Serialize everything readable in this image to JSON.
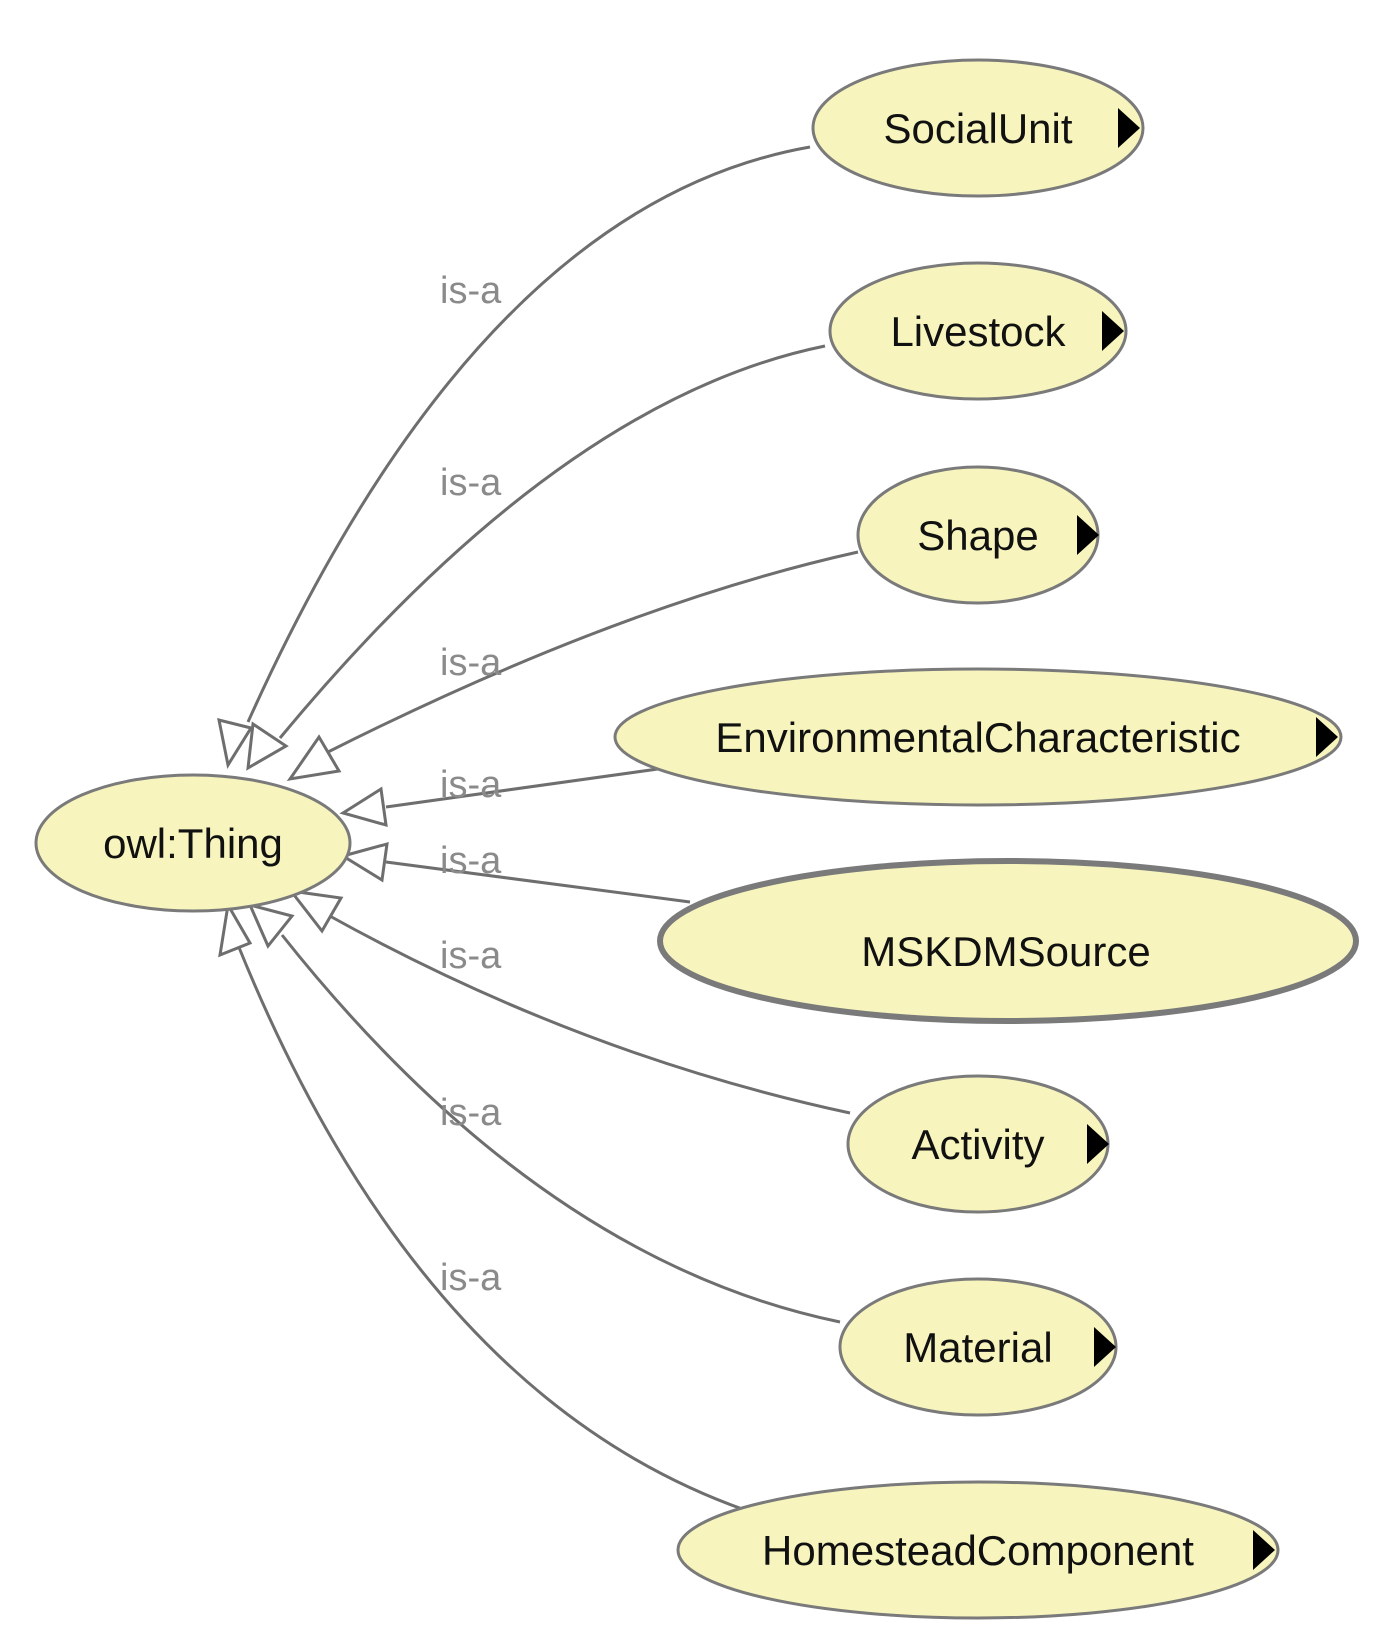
{
  "root": {
    "label": "owl:Thing"
  },
  "children": [
    {
      "label": "SocialUnit",
      "has_subclasses": true,
      "selected": false,
      "edge_label": "is-a"
    },
    {
      "label": "Livestock",
      "has_subclasses": true,
      "selected": false,
      "edge_label": "is-a"
    },
    {
      "label": "Shape",
      "has_subclasses": true,
      "selected": false,
      "edge_label": "is-a"
    },
    {
      "label": "EnvironmentalCharacteristic",
      "has_subclasses": true,
      "selected": false,
      "edge_label": "is-a"
    },
    {
      "label": "MSKDMSource",
      "has_subclasses": false,
      "selected": true,
      "edge_label": "is-a"
    },
    {
      "label": "Activity",
      "has_subclasses": true,
      "selected": false,
      "edge_label": "is-a"
    },
    {
      "label": "Material",
      "has_subclasses": true,
      "selected": false,
      "edge_label": "is-a"
    },
    {
      "label": "HomesteadComponent",
      "has_subclasses": true,
      "selected": false,
      "edge_label": "is-a"
    }
  ],
  "colors": {
    "node_fill": "#f7f5bd",
    "node_stroke": "#7a7a7a",
    "edge": "#6e6e6e",
    "edge_label": "#8a8a8a"
  }
}
